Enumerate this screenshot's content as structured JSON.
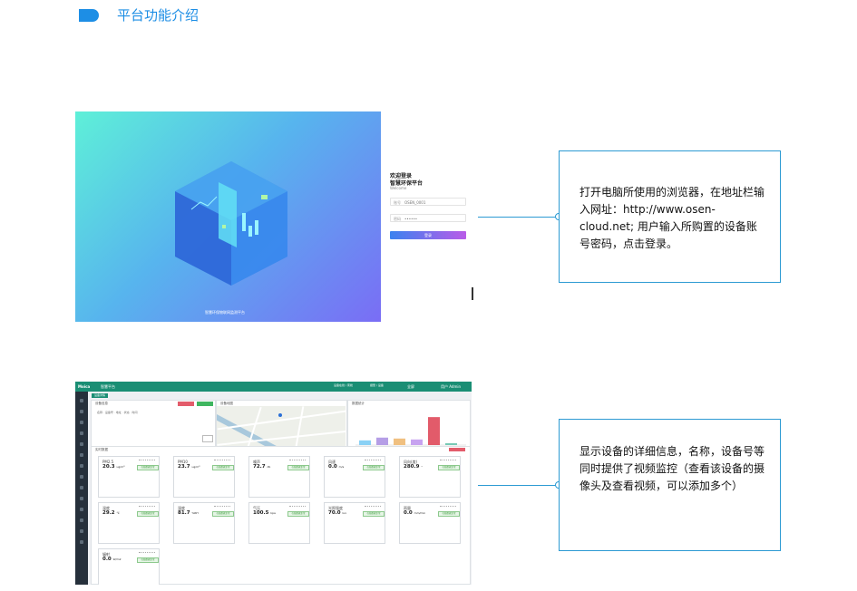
{
  "header": {
    "title": "平台功能介绍"
  },
  "login": {
    "welcome_line1": "欢迎登录",
    "welcome_line2": "智慧环保平台",
    "username_label": "账号",
    "username_value": "OSEN_0001",
    "password_label": "密码",
    "password_value": "••••••",
    "login_button": "登录"
  },
  "callouts": [
    {
      "text": "打开电脑所使用的浏览器，在地址栏输入网址：http://www.osen-cloud.net; 用户输入所购置的设备账号密码，点击登录。"
    },
    {
      "text": "显示设备的详细信息，名称，设备号等同时提供了视频监控（查看该设备的摄像头及查看视频，可以添加多个）"
    }
  ],
  "dashboard": {
    "user_label": "用户 Admin",
    "metrics": [
      {
        "name": "PM2.5",
        "value": "20.3",
        "unit": "ug/m³",
        "status": "在线数据正常"
      },
      {
        "name": "PM10",
        "value": "23.7",
        "unit": "ug/m³",
        "status": "在线数据正常"
      },
      {
        "name": "噪声",
        "value": "72.7",
        "unit": "db",
        "status": "在线数据正常"
      },
      {
        "name": "风速",
        "value": "0.0",
        "unit": "m/s",
        "status": "在线数据正常"
      },
      {
        "name": "风向(度)",
        "value": "280.9",
        "unit": "°",
        "status": "在线数据正常"
      },
      {
        "name": "温度",
        "value": "29.2",
        "unit": "℃",
        "status": "在线数据正常"
      },
      {
        "name": "湿度",
        "value": "81.7",
        "unit": "%RH",
        "status": "在线数据正常"
      },
      {
        "name": "气压",
        "value": "100.5",
        "unit": "kpa",
        "status": "在线数据正常"
      },
      {
        "name": "光照强度",
        "value": "70.0",
        "unit": "lux",
        "status": "在线数据正常"
      },
      {
        "name": "雨量",
        "value": "0.0",
        "unit": "mm/min",
        "status": "在线数据正常"
      },
      {
        "name": "辐射",
        "value": "0.0",
        "unit": "W/m2",
        "status": "在线数据正常"
      }
    ],
    "bars": [
      10,
      16,
      14,
      12,
      60,
      4
    ],
    "bar_colors": [
      "#8ad1f5",
      "#b59ee6",
      "#f0c080",
      "#c7a3f0",
      "#e25b6a",
      "#78c9b5"
    ]
  }
}
